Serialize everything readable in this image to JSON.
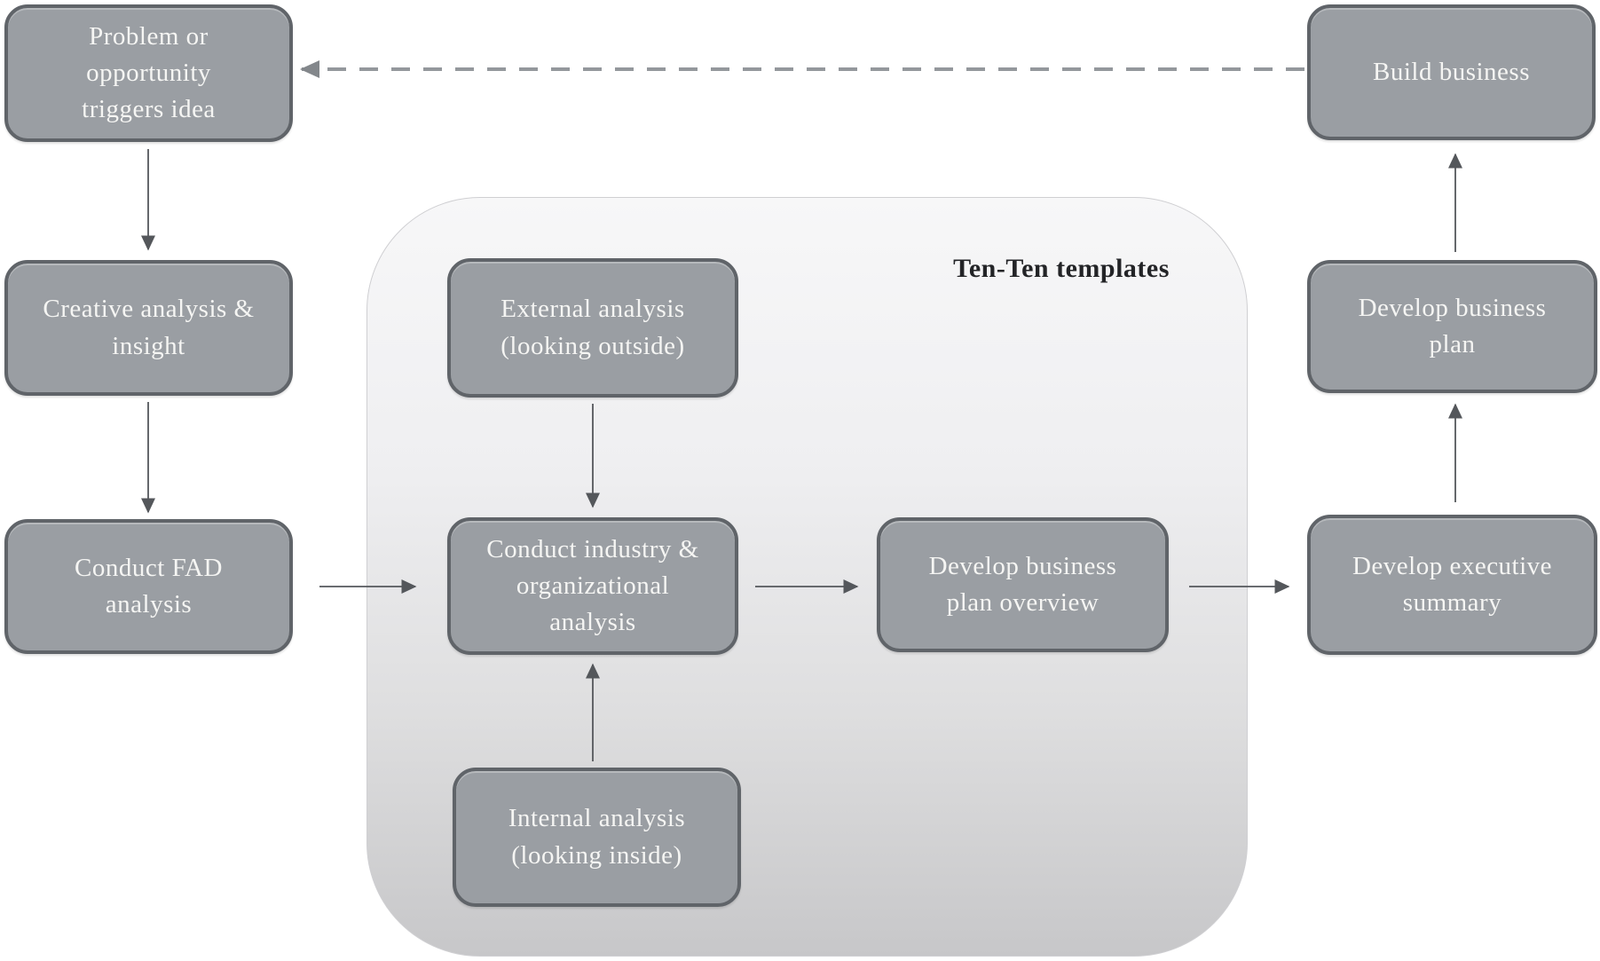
{
  "diagram": {
    "type": "flowchart",
    "panel": {
      "label": "Ten-Ten templates"
    },
    "nodes": {
      "problem": "Problem or\nopportunity\ntriggers idea",
      "creative": "Creative analysis &\ninsight",
      "fad": "Conduct FAD\nanalysis",
      "external": "External analysis\n(looking outside)",
      "industry": "Conduct industry &\norganizational\nanalysis",
      "internal": "Internal analysis\n(looking inside)",
      "overview": "Develop business\nplan overview",
      "summary": "Develop executive\nsummary",
      "plan": "Develop business\nplan",
      "build": "Build business"
    },
    "edges": [
      {
        "from": "problem",
        "to": "creative",
        "style": "solid"
      },
      {
        "from": "creative",
        "to": "fad",
        "style": "solid"
      },
      {
        "from": "fad",
        "to": "industry",
        "style": "solid"
      },
      {
        "from": "external",
        "to": "industry",
        "style": "solid"
      },
      {
        "from": "internal",
        "to": "industry",
        "style": "solid"
      },
      {
        "from": "industry",
        "to": "overview",
        "style": "solid"
      },
      {
        "from": "overview",
        "to": "summary",
        "style": "solid"
      },
      {
        "from": "summary",
        "to": "plan",
        "style": "solid"
      },
      {
        "from": "plan",
        "to": "build",
        "style": "solid"
      },
      {
        "from": "build",
        "to": "problem",
        "style": "dashed"
      }
    ],
    "colors": {
      "node_fill": "#9a9ea3",
      "node_border": "#606469",
      "node_text": "#f5f5f3",
      "panel_gradient_top": "#f7f7f8",
      "panel_gradient_bottom": "#c7c7c9",
      "panel_label_text": "#232427",
      "arrow_solid": "#54575b",
      "arrow_dashed": "#94989c",
      "background": "#ffffff"
    }
  }
}
